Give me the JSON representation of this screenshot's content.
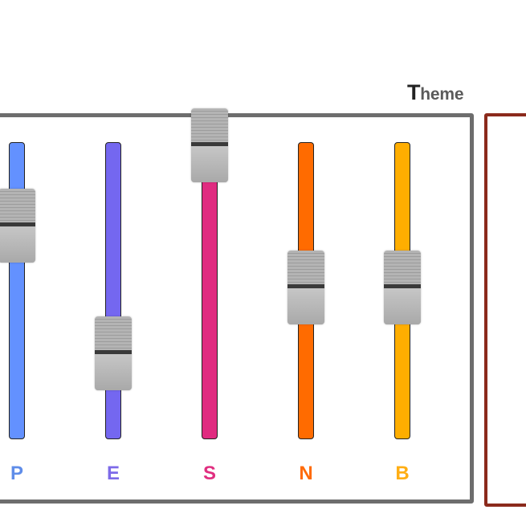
{
  "header": {
    "title_first": "T",
    "title_rest": "heme"
  },
  "channels": [
    {
      "label": "P",
      "color": "#6391ff",
      "label_color": "#5f8de9",
      "level": 0.72
    },
    {
      "label": "E",
      "color": "#7467f0",
      "label_color": "#7d6ae8",
      "level": 0.29
    },
    {
      "label": "S",
      "color": "#e02b80",
      "label_color": "#e02f80",
      "level": 0.99
    },
    {
      "label": "N",
      "color": "#ff6b00",
      "label_color": "#ff6b0a",
      "level": 0.51
    },
    {
      "label": "B",
      "color": "#ffae00",
      "label_color": "#ffae14",
      "level": 0.51
    }
  ],
  "colors": {
    "panel_border": "#6d6d6d",
    "side_panel_border": "#8b2a1c"
  }
}
